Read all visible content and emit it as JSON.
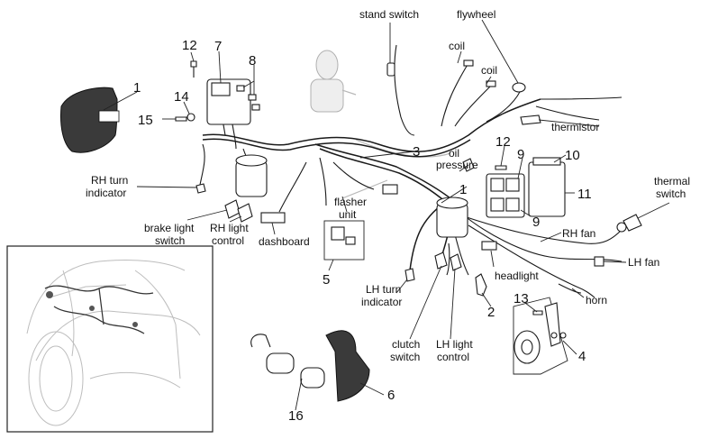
{
  "labels": {
    "stand_switch": "stand switch",
    "flywheel": "flywheel",
    "coil_1": "coil",
    "coil_2": "coil",
    "thermistor": "thermistor",
    "oil_pressure_1": "oil",
    "oil_pressure_2": "pressure",
    "thermal_switch_1": "thermal",
    "thermal_switch_2": "switch",
    "rh_turn_1": "RH turn",
    "rh_turn_2": "indicator",
    "brake_light_1": "brake light",
    "brake_light_2": "switch",
    "rh_light_1": "RH light",
    "rh_light_2": "control",
    "dashboard": "dashboard",
    "flasher_1": "flasher",
    "flasher_2": "unit",
    "rh_fan": "RH fan",
    "lh_fan": "LH fan",
    "headlight": "headlight",
    "horn": "horn",
    "lh_turn_1": "LH turn",
    "lh_turn_2": "indicator",
    "clutch_1": "clutch",
    "clutch_2": "switch",
    "lh_light_1": "LH light",
    "lh_light_2": "control"
  },
  "part_numbers": {
    "n1a": "1",
    "n1b": "1",
    "n2": "2",
    "n3": "3",
    "n4": "4",
    "n5": "5",
    "n6": "6",
    "n7": "7",
    "n8": "8",
    "n9a": "9",
    "n9b": "9",
    "n10": "10",
    "n11": "11",
    "n12a": "12",
    "n12b": "12",
    "n13": "13",
    "n14": "14",
    "n15": "15",
    "n16": "16"
  }
}
